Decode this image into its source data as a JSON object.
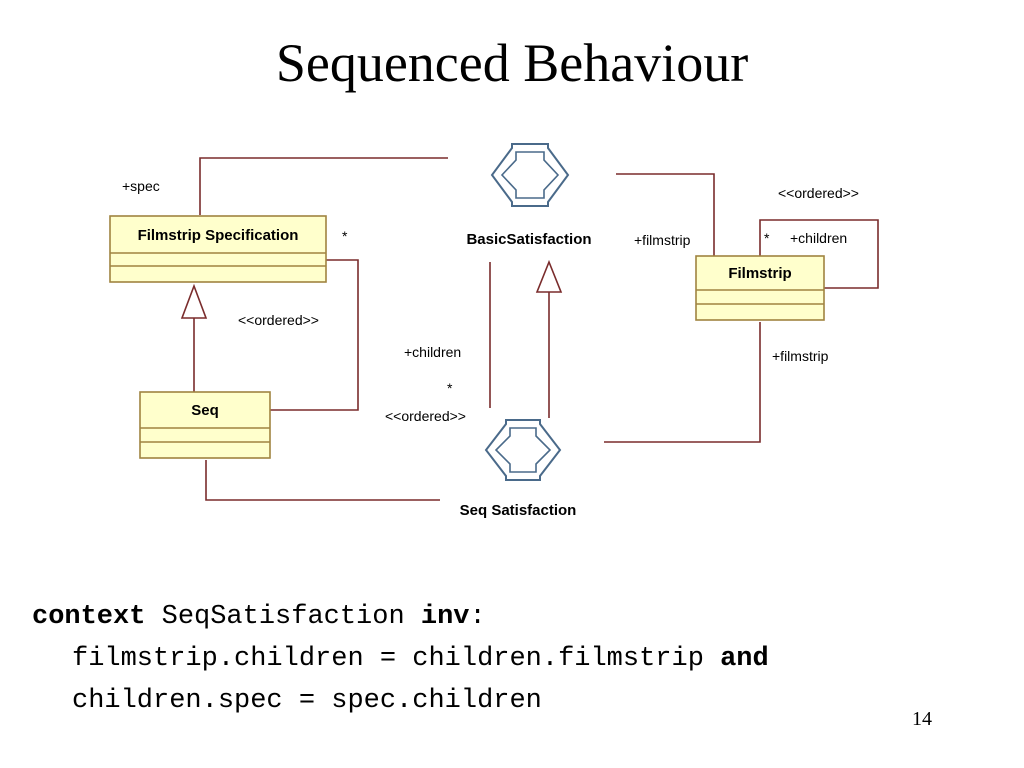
{
  "slide": {
    "title": "Sequenced Behaviour",
    "page_number": "14"
  },
  "diagram": {
    "classes": {
      "filmstrip_spec": "Filmstrip Specification",
      "seq": "Seq",
      "filmstrip": "Filmstrip"
    },
    "associations": {
      "basic_satisfaction": "BasicSatisfaction",
      "seq_satisfaction": "Seq Satisfaction"
    },
    "labels": {
      "spec": "+spec",
      "star_spec": "*",
      "ordered_left": "<<ordered>>",
      "plus_filmstrip_top": "+filmstrip",
      "ordered_top_right": "<<ordered>>",
      "star_filmstrip": "*",
      "children_filmstrip": "+children",
      "plus_children_mid": "+children",
      "star_mid": "*",
      "ordered_mid": "<<ordered>>",
      "plus_filmstrip_bottom": "+filmstrip"
    },
    "colors": {
      "class_fill": "#ffffcc",
      "class_border": "#a08440",
      "line": "#7a2c2c",
      "arrow": "#4a6a8a"
    }
  },
  "ocl": {
    "kw_context": "context",
    "context_name": "SeqSatisfaction",
    "kw_inv": "inv",
    "colon": ":",
    "line2_text": "filmstrip.children = children.filmstrip",
    "kw_and": "and",
    "line3_text": "children.spec = spec.children"
  }
}
